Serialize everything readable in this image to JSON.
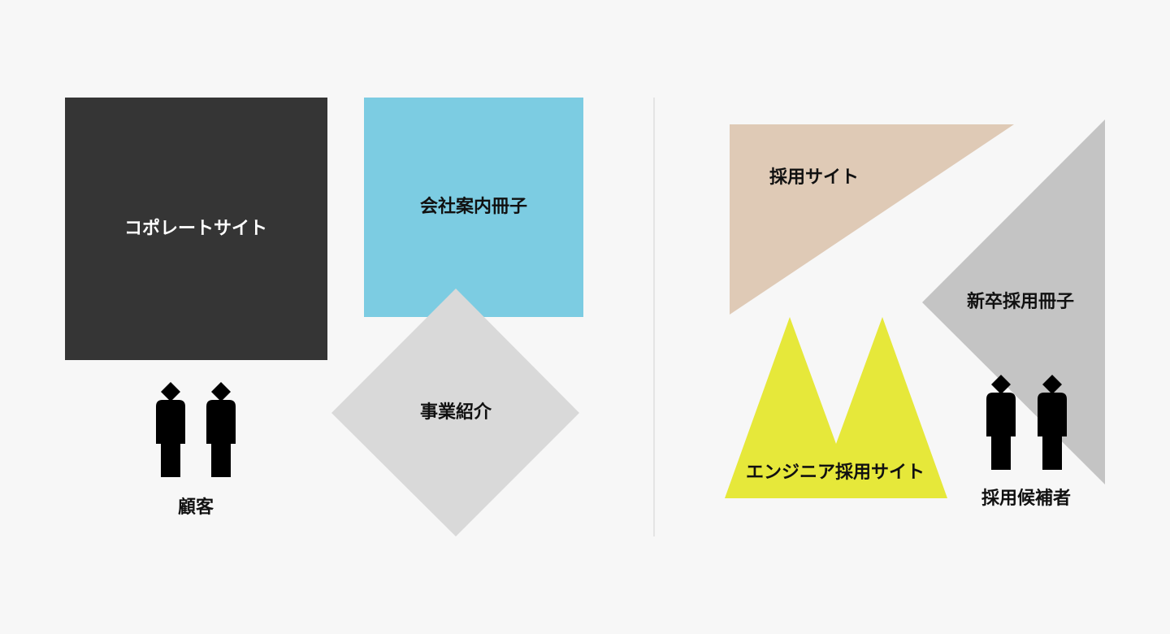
{
  "colors": {
    "background": "#f7f7f7",
    "corporate_site": "#353535",
    "company_brochure": "#7ccce2",
    "business_intro": "#d9d9d9",
    "recruit_site": "#dfcab6",
    "new_grad_brochure": "#c4c4c4",
    "engineer_recruit_site": "#e6e83a",
    "divider": "#dddddd",
    "person_icon": "#000000"
  },
  "left_panel": {
    "corporate_site_label": "コポレートサイト",
    "company_brochure_label": "会社案内冊子",
    "business_intro_label": "事業紹介",
    "audience_icon": "people-pair-icon",
    "audience_label": "顧客"
  },
  "right_panel": {
    "recruit_site_label": "採用サイト",
    "new_grad_brochure_label": "新卒採用冊子",
    "engineer_recruit_site_label": "エンジニア採用サイト",
    "audience_icon": "people-pair-icon",
    "audience_label": "採用候補者"
  }
}
